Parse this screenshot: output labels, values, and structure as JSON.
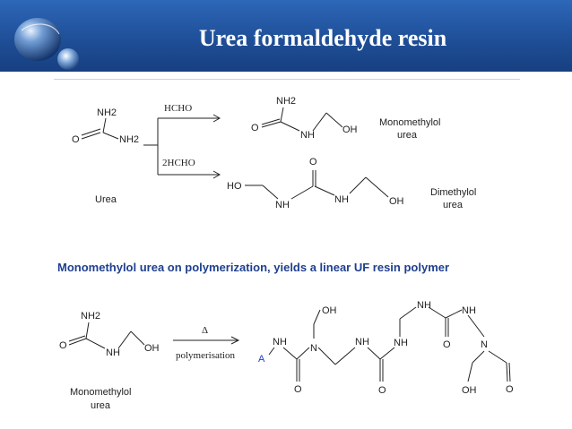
{
  "slide": {
    "title": "Urea formaldehyde resin",
    "subtitle": "Monomethylol urea on polymerization, yields a linear UF resin polymer"
  },
  "reaction1": {
    "reactant_nh2_top": "NH2",
    "reactant_o": "O",
    "reactant_nh2_bottom": "NH2",
    "reactant_label": "Urea",
    "reagent_top": "HCHO",
    "reagent_bottom": "2HCHO",
    "product1_nh2": "NH2",
    "product1_o": "O",
    "product1_nh": "NH",
    "product1_oh": "OH",
    "product1_name_line1": "Monomethylol",
    "product1_name_line2": "urea",
    "product2_ho": "HO",
    "product2_nh_left": "NH",
    "product2_o": "O",
    "product2_nh_right": "NH",
    "product2_oh": "OH",
    "product2_name_line1": "Dimethylol",
    "product2_name_line2": "urea"
  },
  "reaction2": {
    "reactant_nh2": "NH2",
    "reactant_o": "O",
    "reactant_nh": "NH",
    "reactant_oh": "OH",
    "reactant_name_line1": "Monomethylol",
    "reactant_name_line2": "urea",
    "arrow_top": "Δ",
    "arrow_bottom": "polymerisation",
    "polymer_a": "A",
    "polymer_nh1": "NH",
    "polymer_n1": "N",
    "polymer_oh1": "OH",
    "polymer_o1": "O",
    "polymer_nh2": "NH",
    "polymer_o2": "O",
    "polymer_nh3": "NH",
    "polymer_nh4": "NH",
    "polymer_nh5": "NH",
    "polymer_o3": "O",
    "polymer_n2": "N",
    "polymer_oh2": "OH",
    "polymer_o4": "O"
  }
}
